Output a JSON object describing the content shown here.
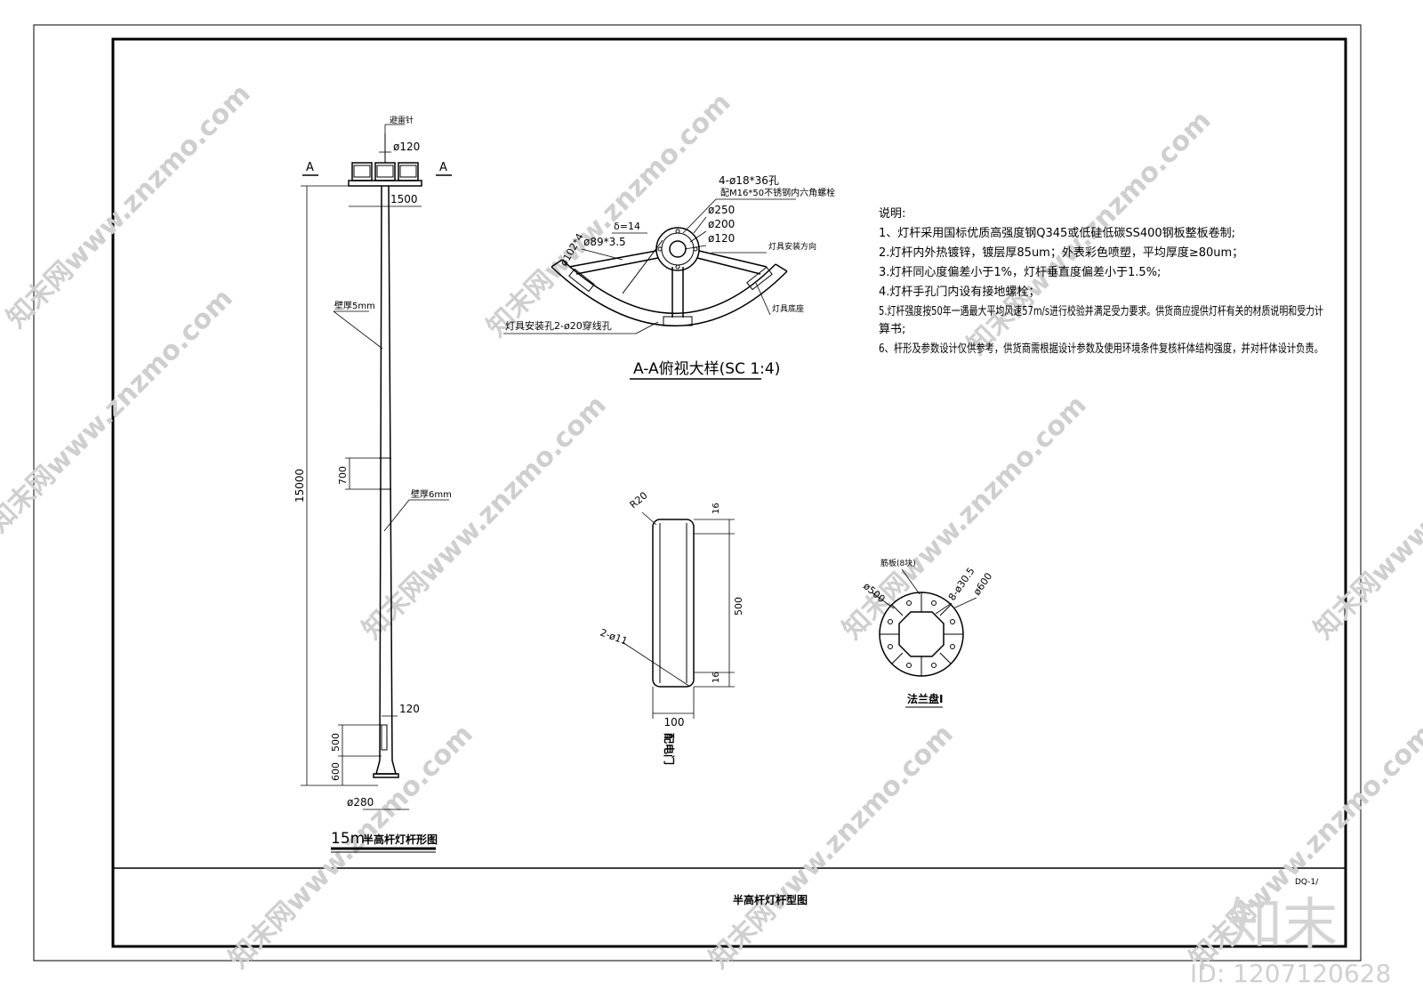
{
  "pole_view": {
    "section_marker": "A",
    "labels": {
      "top_label": "避雷针",
      "top_diameter": "ø120",
      "crossarm_width": "1500",
      "height_total": "15000",
      "upper_thickness": "壁厚5mm",
      "joint_length": "700",
      "lower_thickness": "壁厚6mm",
      "door_width": "120",
      "door_height": "500",
      "door_offset": "600",
      "base_diameter": "ø280"
    },
    "title_main": "15m",
    "title_sub": "半高杆灯杆形图"
  },
  "section_view": {
    "labels": {
      "holes": "4-ø18*36孔",
      "bolts": "配M16*50不锈钢内六角螺栓",
      "plate": "δ=14",
      "d250": "ø250",
      "d200": "ø200",
      "d120": "ø120",
      "arm_tube": "ø89*3.5",
      "arc_tube": "ø102*4",
      "light_dir": "灯具安装方向",
      "lamp_support": "灯具底座",
      "bottom_note": "灯具安装孔2-ø20穿线孔"
    },
    "title": "A-A俯视大样(SC 1:4)"
  },
  "notes": {
    "heading": "说明:",
    "items": [
      "1、灯杆采用国标优质高强度钢Q345或低硅低碳SS400钢板整板卷制;",
      "2.灯杆内外热镀锌，镀层厚85um；外表彩色喷塑，平均厚度≥80um；",
      "3.灯杆同心度偏差小于1%，灯杆垂直度偏差小于1.5%;",
      "4.灯杆手孔门内设有接地螺栓；",
      "5.灯杆强度按50年一遇最大平均风速57m/s进行校验并满足受力要求。供货商应提供灯杆有关的材质说明和受力计",
      "算书;",
      "6、杆形及参数设计仅供参考，供货商需根据设计参数及使用环境条件复核杆体结构强度，并对杆体设计负责。"
    ]
  },
  "door_view": {
    "labels": {
      "radius": "R20",
      "top_margin": "16",
      "height": "500",
      "bottom_margin": "16",
      "holes": "2-ø11",
      "width": "100"
    },
    "title": "配电门"
  },
  "flange_view": {
    "labels": {
      "rib": "筋板(8块)",
      "holes": "8-ø30.5",
      "d500": "ø500",
      "d600": "ø600"
    },
    "title": "法兰盘I"
  },
  "title_block": {
    "drawing_title": "半高杆灯杆型图",
    "drawing_number": "DQ-1/"
  },
  "watermark": {
    "text": "知末网www.znzmo.com",
    "logo": "知末",
    "id_text": "ID: 1207120628"
  }
}
